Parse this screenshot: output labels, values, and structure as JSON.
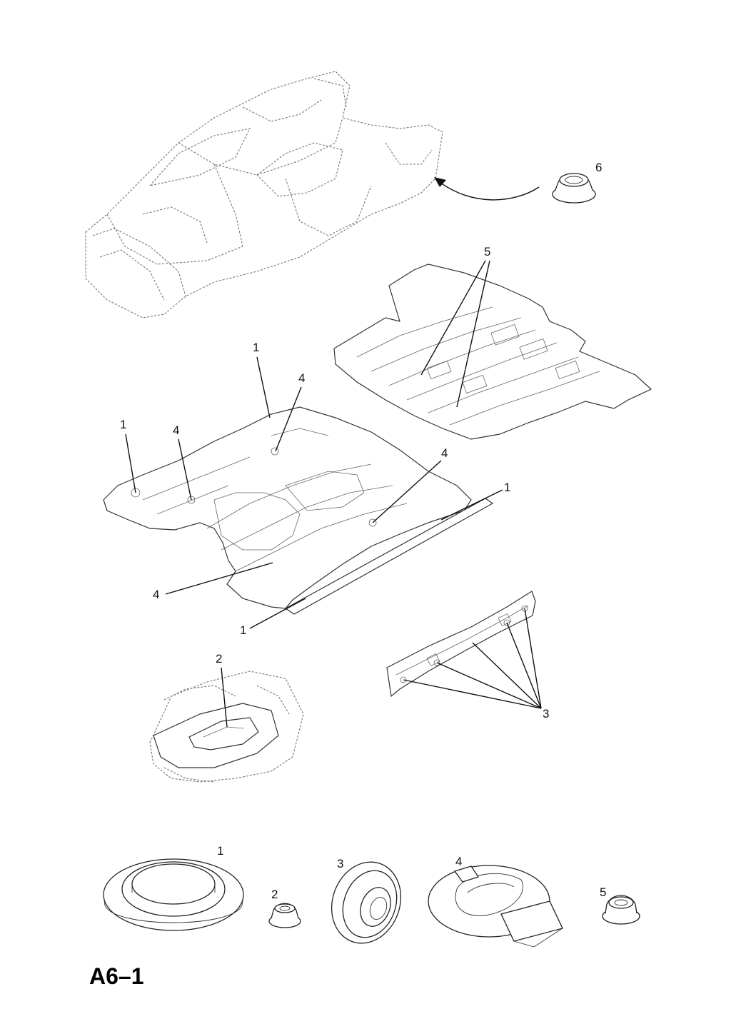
{
  "page_code": "A6–1",
  "callouts": {
    "c1": "1",
    "c2": "2",
    "c3": "3",
    "c4": "4",
    "c5": "5",
    "c6": "6"
  },
  "colors": {
    "ink": "#111111",
    "background": "#ffffff"
  }
}
